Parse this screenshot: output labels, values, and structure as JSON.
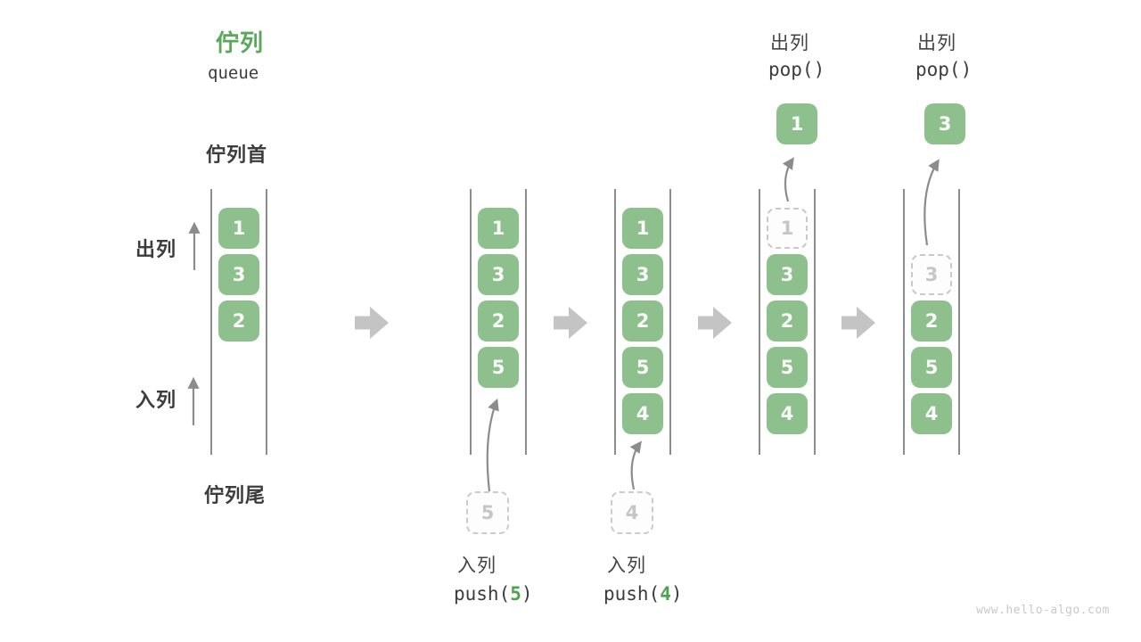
{
  "title": {
    "zh": "佇列",
    "en": "queue"
  },
  "labels": {
    "front": "佇列首",
    "rear": "佇列尾",
    "dequeue": "出列",
    "enqueue": "入列"
  },
  "pop_ops": [
    {
      "label": "出列",
      "code": "pop()",
      "value": "1"
    },
    {
      "label": "出列",
      "code": "pop()",
      "value": "3"
    }
  ],
  "push_ops": [
    {
      "label": "入列",
      "fn": "push(",
      "arg": "5",
      "close": ")",
      "ghost": "5"
    },
    {
      "label": "入列",
      "fn": "push(",
      "arg": "4",
      "close": ")",
      "ghost": "4"
    }
  ],
  "queue_states": [
    {
      "cells": [
        {
          "value": "1",
          "type": "solid"
        },
        {
          "value": "3",
          "type": "solid"
        },
        {
          "value": "2",
          "type": "solid"
        }
      ]
    },
    {
      "cells": [
        {
          "value": "1",
          "type": "solid"
        },
        {
          "value": "3",
          "type": "solid"
        },
        {
          "value": "2",
          "type": "solid"
        },
        {
          "value": "5",
          "type": "solid"
        }
      ]
    },
    {
      "cells": [
        {
          "value": "1",
          "type": "solid"
        },
        {
          "value": "3",
          "type": "solid"
        },
        {
          "value": "2",
          "type": "solid"
        },
        {
          "value": "5",
          "type": "solid"
        },
        {
          "value": "4",
          "type": "solid"
        }
      ]
    },
    {
      "cells": [
        {
          "value": "1",
          "type": "ghost"
        },
        {
          "value": "3",
          "type": "solid"
        },
        {
          "value": "2",
          "type": "solid"
        },
        {
          "value": "5",
          "type": "solid"
        },
        {
          "value": "4",
          "type": "solid"
        }
      ]
    },
    {
      "cells": [
        {
          "value": "",
          "type": "empty"
        },
        {
          "value": "3",
          "type": "ghost"
        },
        {
          "value": "2",
          "type": "solid"
        },
        {
          "value": "5",
          "type": "solid"
        },
        {
          "value": "4",
          "type": "solid"
        }
      ]
    }
  ],
  "watermark": "www.hello-algo.com",
  "colors": {
    "box_green": "#8DC08D",
    "title_green": "#5AA85A",
    "code_green": "#4FA34F",
    "ghost_gray": "#C6C6C6",
    "line_gray": "#8C8C8C",
    "block_arrow_gray": "#C4C4C4",
    "text_dark": "#404040",
    "watermark_gray": "#C9C9C9"
  }
}
